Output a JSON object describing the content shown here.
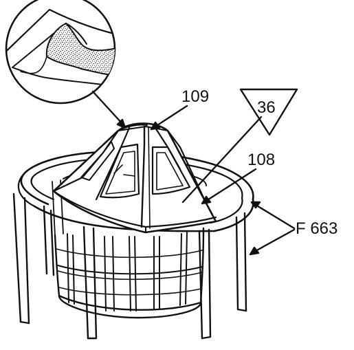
{
  "diagram": {
    "callouts": {
      "canopy_part": "109",
      "panel_part": "108",
      "ring_part": "F 663",
      "step_number": "36"
    },
    "colors": {
      "ink": "#111111",
      "paper": "#ffffff",
      "speckle": "#222222"
    }
  }
}
